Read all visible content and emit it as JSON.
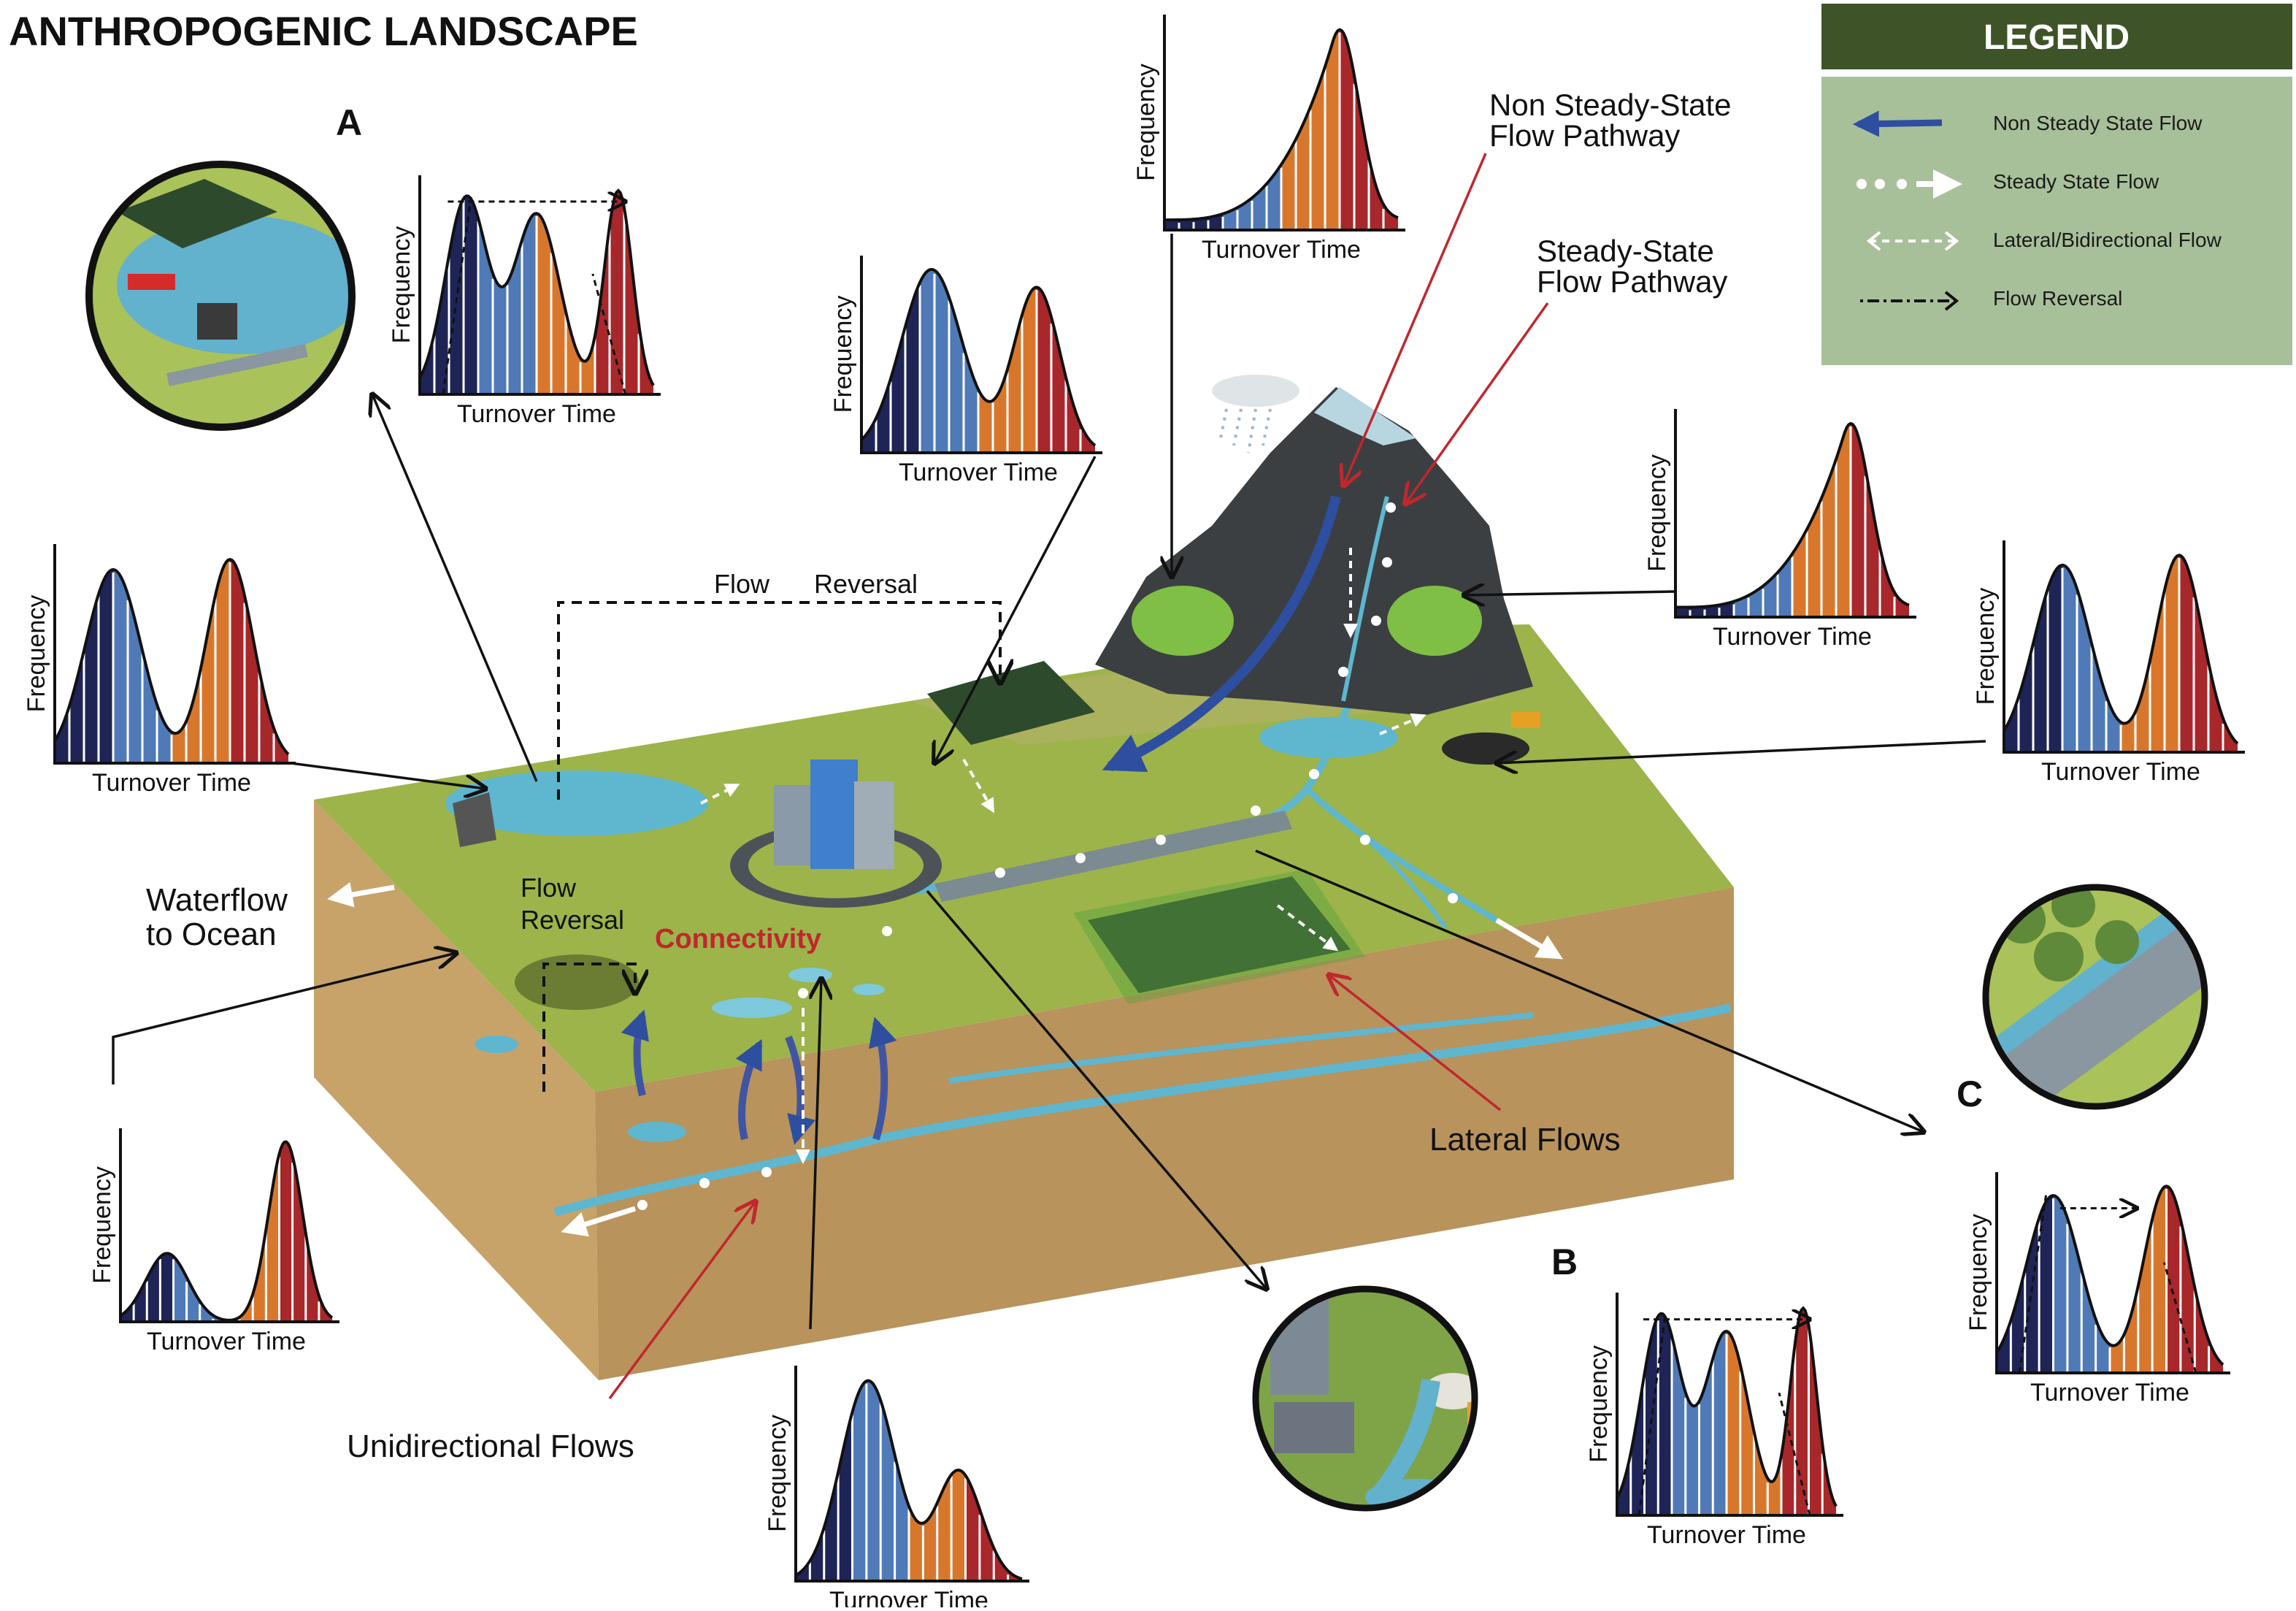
{
  "title": "ANTHROPOGENIC LANDSCAPE",
  "legend": {
    "title": "LEGEND",
    "items": [
      {
        "label": "Non Steady State Flow",
        "icon": "blue-arrow-icon"
      },
      {
        "label": "Steady State Flow",
        "icon": "white-dot-arrow-icon"
      },
      {
        "label": "Lateral/Bidirectional Flow",
        "icon": "dashed-double-arrow-icon"
      },
      {
        "label": "Flow Reversal",
        "icon": "dash-dot-arrow-icon"
      }
    ]
  },
  "labels": {
    "non_steady": [
      "Non Steady-State",
      "Flow Pathway"
    ],
    "steady": [
      "Steady-State",
      "Flow Pathway"
    ],
    "flow_reversal_top": [
      "Flow",
      "Reversal"
    ],
    "flow_reversal_left": [
      "Flow",
      "Reversal"
    ],
    "waterflow": [
      "Waterflow",
      "to Ocean"
    ],
    "connectivity": "Connectivity",
    "lateral": "Lateral Flows",
    "unidirectional": "Unidirectional Flows",
    "letter_a": "A",
    "letter_b": "B",
    "letter_c": "C"
  },
  "axis": {
    "x": "Turnover Time",
    "y": "Frequency"
  },
  "colors": {
    "navy": "#1e2456",
    "blue": "#4f7ab7",
    "orange": "#d8772c",
    "red": "#a8272a",
    "ground": "#9cb44a",
    "soil": "#c7a46b",
    "water": "#5fb6cf",
    "mountain": "#3b3f42",
    "legend_bg": "#a8c09a",
    "legend_header": "#3e5428"
  }
}
